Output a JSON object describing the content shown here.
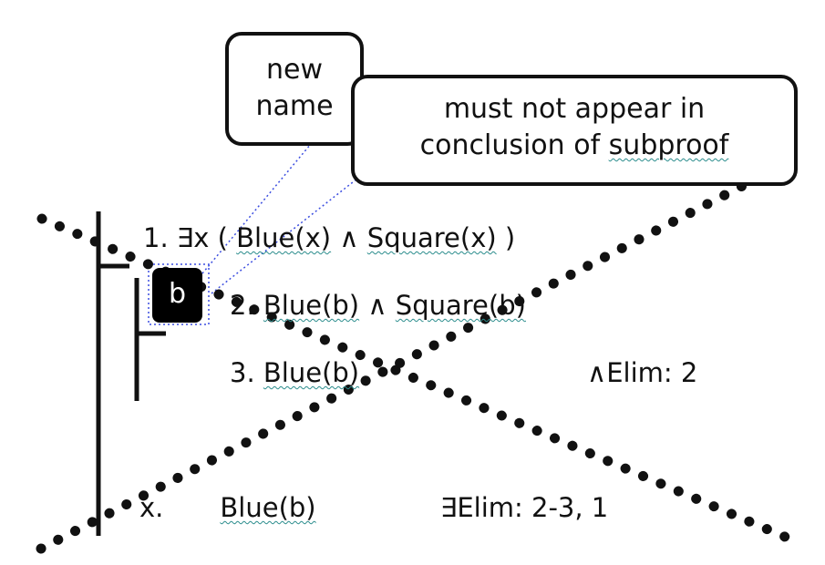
{
  "callouts": {
    "new_name_line1": "new",
    "new_name_line2": "name",
    "must_not_line1": "must not appear in",
    "must_not_line2_prefix": "conclusion of ",
    "must_not_line2_word": "subproof"
  },
  "proof": {
    "line1": {
      "num": "1. ",
      "pre": "∃x ( ",
      "w1": "Blue(x)",
      "mid": " ∧ ",
      "w2": "Square(x)",
      "post": " )"
    },
    "name_box": "b",
    "line2": {
      "num": "2. ",
      "w1": "Blue(b)",
      "mid": " ∧ ",
      "w2": "Square(b)"
    },
    "line3": {
      "num": "3. ",
      "w1": "Blue(b)",
      "justification": "∧Elim: 2"
    },
    "linex": {
      "num": "x.",
      "w1": "Blue(b)",
      "justification": "∃Elim: 2-3, 1"
    }
  },
  "colors": {
    "connector": "#3b4de0",
    "ink": "#111111",
    "squiggle": "#2a8c8c"
  }
}
